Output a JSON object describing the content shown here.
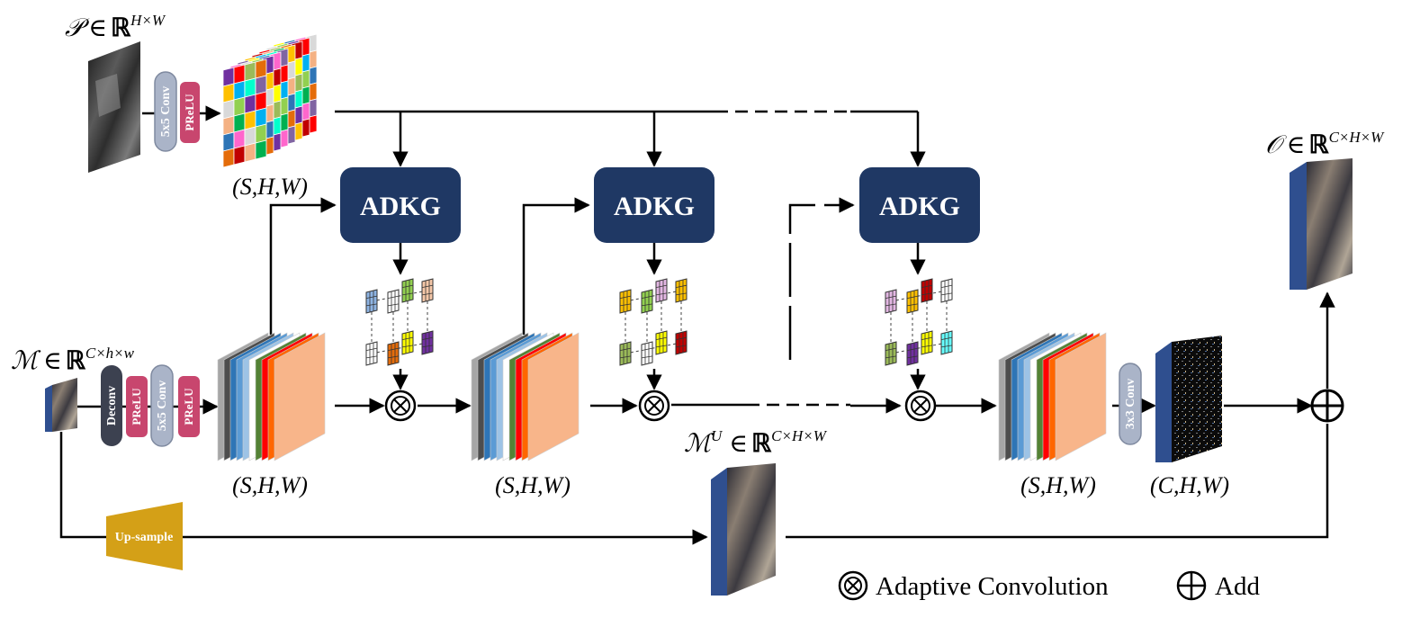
{
  "symbols": {
    "pan": {
      "sym": "𝒫",
      "in": "∈",
      "R": "ℝ",
      "sup": "H×W"
    },
    "ms": {
      "sym": "ℳ",
      "in": "∈",
      "R": "ℝ",
      "sup": "C×h×w"
    },
    "mu": {
      "sym": "ℳ",
      "supU": "U",
      "in": "∈",
      "R": "ℝ",
      "sup": "C×H×W"
    },
    "out": {
      "sym": "𝒪",
      "in": "∈",
      "R": "ℝ",
      "sup": "C×H×W"
    }
  },
  "blocks": {
    "conv5x5": "5x5 Conv",
    "prelu": "PReLU",
    "deconv": "Deconv",
    "conv3x3": "3x3 Conv",
    "upsample": "Up-sample",
    "adkg": "ADKG"
  },
  "dims": {
    "shw": "(S,H,W)",
    "chw": "(C,H,W)"
  },
  "legend": {
    "adaptive_convolution": "Adaptive Convolution",
    "add": "Add"
  },
  "colors": {
    "adkg_fill": "#1f3864",
    "conv_fill": "#aab4c8",
    "prelu_fill": "#c8466e",
    "deconv_fill": "#3c4150",
    "upsample_fill": "#d4a017",
    "feature_stack": [
      "#a6a6a6",
      "#4d4d4d",
      "#2e75b6",
      "#5b9bd5",
      "#9dc3e6",
      "#ffffff",
      "#548235",
      "#ff0000",
      "#ff6600",
      "#f8b58a"
    ],
    "kernel_colors": [
      "#8eb4e3",
      "#ffffff",
      "#92d050",
      "#f4c7a8",
      "#ffffff",
      "#e46c0a",
      "#ffff00",
      "#7030a0",
      "#ffc000",
      "#9bbb59",
      "#e3b7e3",
      "#c00000",
      "#66ffff"
    ]
  },
  "icons": [
    "image-thumbnail-icon",
    "otimes-icon",
    "oplus-icon",
    "feature-cube-icon",
    "kernel-grid-icon"
  ]
}
